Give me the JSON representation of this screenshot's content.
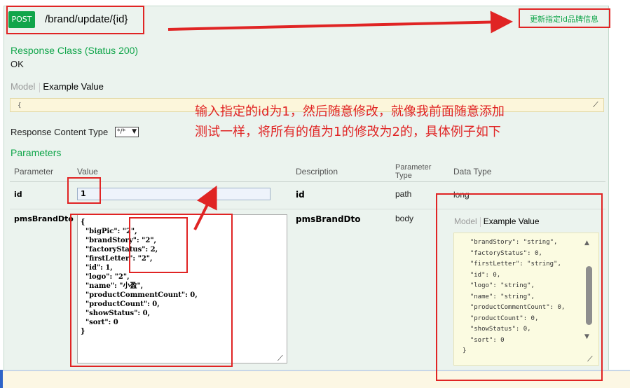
{
  "operation": {
    "method": "POST",
    "path": "/brand/update/{id}",
    "summary": "更新指定id品牌信息"
  },
  "response": {
    "class_title": "Response Class (Status 200)",
    "status_text": "OK",
    "model_tab": "Model",
    "example_tab": "Example Value",
    "example_snippet": "{"
  },
  "response_content_type": {
    "label": "Response Content Type",
    "selected": "*/*"
  },
  "parameters": {
    "title": "Parameters",
    "headers": {
      "parameter": "Parameter",
      "value": "Value",
      "description": "Description",
      "parameter_type": "Parameter Type",
      "data_type": "Data Type"
    },
    "rows": [
      {
        "name": "id",
        "value": "1",
        "description": "id",
        "param_type": "path",
        "data_type": "long"
      },
      {
        "name": "pmsBrandDto",
        "value": "{\n  \"bigPic\": \"2\",\n  \"brandStory\": \"2\",\n  \"factoryStatus\": 2,\n  \"firstLetter\": \"2\",\n  \"id\": 1,\n  \"logo\": \"2\",\n  \"name\": \"小盈\",\n  \"productCommentCount\": 0,\n  \"productCount\": 0,\n  \"showStatus\": 0,\n  \"sort\": 0\n}",
        "description": "pmsBrandDto",
        "param_type": "body",
        "model_tab": "Model",
        "example_tab": "Example Value",
        "example_value": "  \"brandStory\": \"string\",\n  \"factoryStatus\": 0,\n  \"firstLetter\": \"string\",\n  \"id\": 0,\n  \"logo\": \"string\",\n  \"name\": \"string\",\n  \"productCommentCount\": 0,\n  \"productCount\": 0,\n  \"showStatus\": 0,\n  \"sort\": 0\n}"
      }
    ]
  },
  "annotation": {
    "line1": "输入指定的id为1，然后随意修改，就像我前面随意添加",
    "line2": "测试一样，将所有的值为1的修改为2的，具体例子如下"
  },
  "colors": {
    "accent_green": "#10a54a",
    "annotation_red": "#e02424",
    "panel_bg": "#ebf3ee"
  }
}
